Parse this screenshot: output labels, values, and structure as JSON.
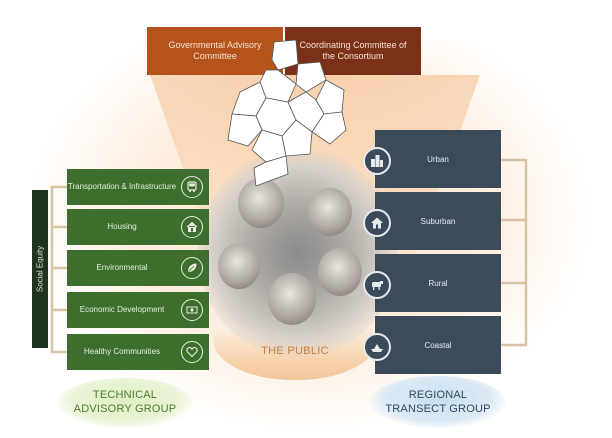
{
  "top_boxes": {
    "left": "Governmental Advisory Committee",
    "right": "Coordinating Committee of the Consortium"
  },
  "center": {
    "label": "THE PUBLIC"
  },
  "technical_group": {
    "label_line1": "TECHNICAL",
    "label_line2": "ADVISORY GROUP",
    "side_label": "Social Equity",
    "items": [
      {
        "label": "Transportation & Infrastructure",
        "icon": "bus-icon"
      },
      {
        "label": "Housing",
        "icon": "house-icon"
      },
      {
        "label": "Environmental",
        "icon": "leaf-icon"
      },
      {
        "label": "Economic Development",
        "icon": "money-icon"
      },
      {
        "label": "Healthy Communities",
        "icon": "heart-icon"
      }
    ]
  },
  "regional_group": {
    "label_line1": "REGIONAL",
    "label_line2": "TRANSECT GROUP",
    "items": [
      {
        "label": "Urban",
        "icon": "buildings-icon"
      },
      {
        "label": "Suburban",
        "icon": "house-icon"
      },
      {
        "label": "Rural",
        "icon": "cow-icon"
      },
      {
        "label": "Coastal",
        "icon": "boat-icon"
      }
    ]
  },
  "colors": {
    "orange": "#b4531c",
    "rust": "#7a3117",
    "green": "#3d6e2e",
    "dark_green": "#1f3320",
    "slate": "#3c4b5a",
    "connector": "#d8c3a5",
    "public_text": "#c8803f",
    "tech_text": "#4f7a2d",
    "reg_text": "#34495e"
  }
}
